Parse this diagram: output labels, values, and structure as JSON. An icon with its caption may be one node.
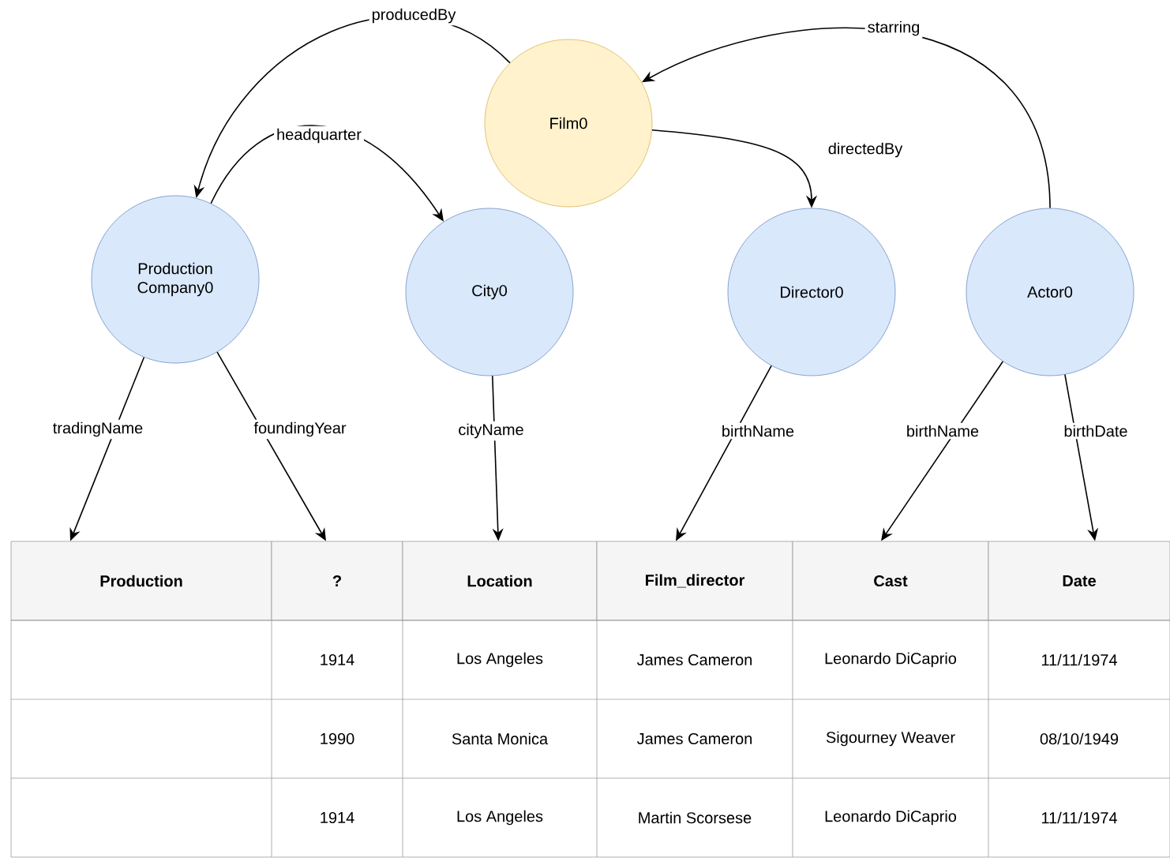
{
  "diagram": {
    "nodes": [
      {
        "text": [
          "Film0"
        ]
      },
      {
        "text": [
          "Production Company0"
        ]
      },
      {
        "text": [
          "City0"
        ]
      },
      {
        "text": [
          "Director0"
        ]
      },
      {
        "text": [
          "Actor0"
        ]
      },
      {
        "text": [
          "Production"
        ]
      },
      {
        "text": [
          "?"
        ]
      },
      {
        "text": [
          "Location"
        ]
      },
      {
        "text": [
          "Film_director"
        ]
      },
      {
        "text": [
          "Cast"
        ]
      },
      {
        "text": [
          "Date"
        ]
      }
    ],
    "edges": [
      {
        "from": 0,
        "to": 1,
        "arrow": "to",
        "label": "producedBy"
      },
      {
        "from": 1,
        "to": 2,
        "arrow": "to",
        "label": "headquarter"
      },
      {
        "from": 0,
        "to": 3,
        "arrow": "to",
        "label": "directedBy"
      },
      {
        "from": 4,
        "to": 0,
        "arrow": "to",
        "label": "starring"
      },
      {
        "from": 1,
        "to": 5,
        "arrow": "to",
        "label": "tradingName"
      },
      {
        "from": 1,
        "to": 6,
        "arrow": "to",
        "label": "foundingYear"
      },
      {
        "from": 2,
        "to": 7,
        "arrow": "to",
        "label": "cityName"
      },
      {
        "from": 3,
        "to": 8,
        "arrow": "to",
        "label": "birthName"
      },
      {
        "from": 4,
        "to": 9,
        "arrow": "to",
        "label": "birthName"
      },
      {
        "from": 4,
        "to": 10,
        "arrow": "to",
        "label": "birthDate"
      }
    ],
    "labels": [
      "1914",
      "Los Angeles",
      "James Cameron",
      "Leonardo DiCaprio",
      "11/11/1974",
      "1990",
      "Santa Monica",
      "James Cameron",
      "Sigourney Weaver",
      "08/10/1949",
      "1914",
      "Los Angeles",
      "Martin Scorsese",
      "Leonardo DiCaprio",
      "11/11/1974"
    ]
  }
}
